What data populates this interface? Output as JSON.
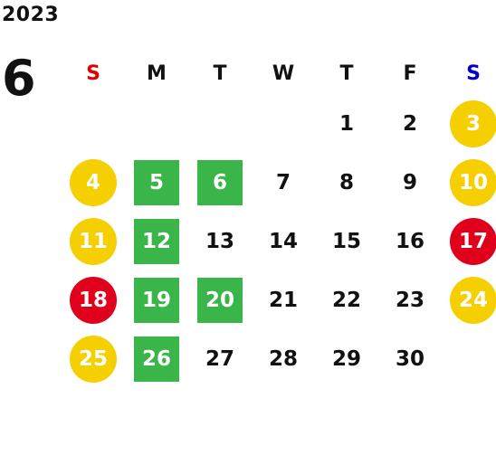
{
  "year": "2023",
  "month": "6",
  "weekdays": [
    {
      "label": "S",
      "kind": "sun"
    },
    {
      "label": "M",
      "kind": "weekday"
    },
    {
      "label": "T",
      "kind": "weekday"
    },
    {
      "label": "W",
      "kind": "weekday"
    },
    {
      "label": "T",
      "kind": "weekday"
    },
    {
      "label": "F",
      "kind": "weekday"
    },
    {
      "label": "S",
      "kind": "sat"
    }
  ],
  "colors": {
    "yellow": "#f6cf00",
    "red": "#e0001b",
    "green": "#3ab54a",
    "sunday_header": "#e00000",
    "saturday_header": "#0000cc"
  },
  "weeks": [
    [
      {
        "day": "",
        "style": "empty"
      },
      {
        "day": "",
        "style": "empty"
      },
      {
        "day": "",
        "style": "empty"
      },
      {
        "day": "",
        "style": "empty"
      },
      {
        "day": "1",
        "style": "plain"
      },
      {
        "day": "2",
        "style": "plain"
      },
      {
        "day": "3",
        "style": "yellow"
      }
    ],
    [
      {
        "day": "4",
        "style": "yellow"
      },
      {
        "day": "5",
        "style": "green"
      },
      {
        "day": "6",
        "style": "green"
      },
      {
        "day": "7",
        "style": "plain"
      },
      {
        "day": "8",
        "style": "plain"
      },
      {
        "day": "9",
        "style": "plain"
      },
      {
        "day": "10",
        "style": "yellow"
      }
    ],
    [
      {
        "day": "11",
        "style": "yellow"
      },
      {
        "day": "12",
        "style": "green"
      },
      {
        "day": "13",
        "style": "plain"
      },
      {
        "day": "14",
        "style": "plain"
      },
      {
        "day": "15",
        "style": "plain"
      },
      {
        "day": "16",
        "style": "plain"
      },
      {
        "day": "17",
        "style": "red"
      }
    ],
    [
      {
        "day": "18",
        "style": "red"
      },
      {
        "day": "19",
        "style": "green"
      },
      {
        "day": "20",
        "style": "green"
      },
      {
        "day": "21",
        "style": "plain"
      },
      {
        "day": "22",
        "style": "plain"
      },
      {
        "day": "23",
        "style": "plain"
      },
      {
        "day": "24",
        "style": "yellow"
      }
    ],
    [
      {
        "day": "25",
        "style": "yellow"
      },
      {
        "day": "26",
        "style": "green"
      },
      {
        "day": "27",
        "style": "plain"
      },
      {
        "day": "28",
        "style": "plain"
      },
      {
        "day": "29",
        "style": "plain"
      },
      {
        "day": "30",
        "style": "plain"
      },
      {
        "day": "",
        "style": "empty"
      }
    ]
  ]
}
